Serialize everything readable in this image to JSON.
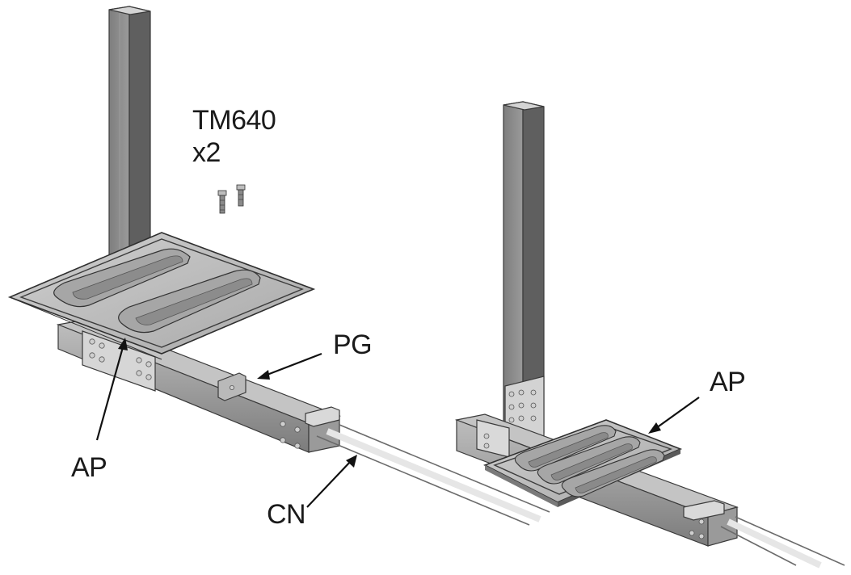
{
  "labels": {
    "fastener_code": "TM640",
    "fastener_qty": "x2",
    "pg_left": "PG",
    "ap_left": "AP",
    "cn_left": "CN",
    "ap_right": "AP"
  },
  "colors": {
    "metal_dark": "#6f6f6f",
    "metal_mid": "#8d8d8d",
    "metal_light": "#b4b4b4",
    "plate_light": "#c9c9c9",
    "outline": "#2f2f2f"
  }
}
